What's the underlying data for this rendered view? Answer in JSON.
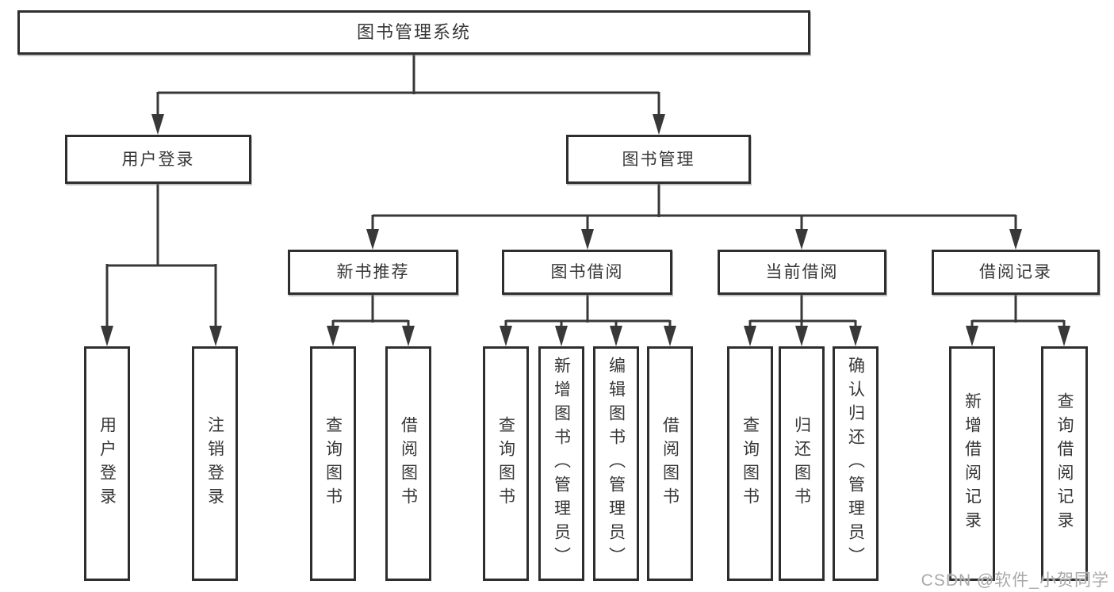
{
  "colors": {
    "line": "#383838",
    "border": "#2e2e2e",
    "text": "#363636",
    "watermark": "#a9a9a9",
    "bg": "#ffffff"
  },
  "diagram": {
    "title": "图书管理系统",
    "level2": {
      "user_login": "用户登录",
      "book_mgmt": "图书管理"
    },
    "level3": {
      "new_book_rec": "新书推荐",
      "book_borrow": "图书借阅",
      "current_borrow": "当前借阅",
      "borrow_record": "借阅记录"
    },
    "leaves": {
      "user_login": "用户登录",
      "logout": "注销登录",
      "query_books_1": "查询图书",
      "borrow_books_1": "借阅图书",
      "query_books_2": "查询图书",
      "add_book_admin": "新增图书（管理员）",
      "edit_book_admin": "编辑图书（管理员）",
      "borrow_books_2": "借阅图书",
      "query_books_3": "查询图书",
      "return_books": "归还图书",
      "confirm_return_admin": "确认归还（管理员）",
      "add_borrow_record": "新增借阅记录",
      "query_borrow_record": "查询借阅记录"
    }
  },
  "watermark": "CSDN @软件_小贺同学"
}
